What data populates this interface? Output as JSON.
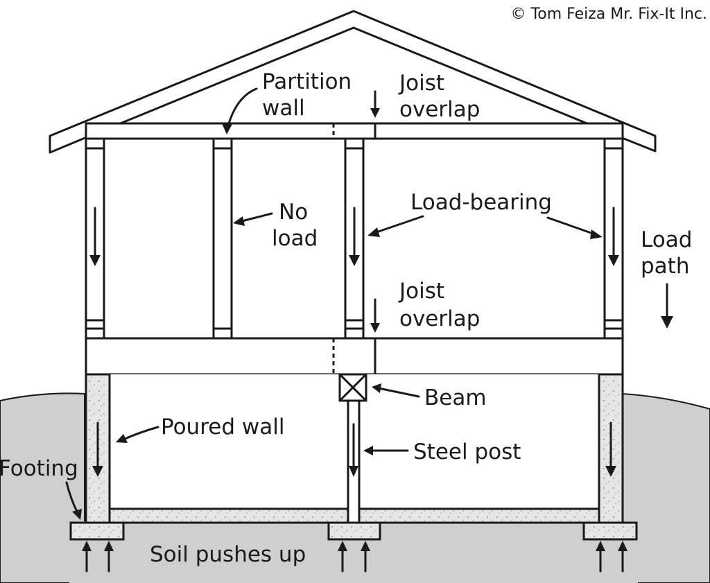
{
  "copyright": "© Tom Feiza Mr. Fix-It Inc.",
  "labels": {
    "partition_wall_1": "Partition",
    "partition_wall_2": "wall",
    "joist_overlap_top_1": "Joist",
    "joist_overlap_top_2": "overlap",
    "no_load_1": "No",
    "no_load_2": "load",
    "load_bearing": "Load-bearing",
    "load_path_1": "Load",
    "load_path_2": "path",
    "joist_overlap_mid_1": "Joist",
    "joist_overlap_mid_2": "overlap",
    "beam": "Beam",
    "poured_wall": "Poured wall",
    "steel_post": "Steel post",
    "footing": "Footing",
    "soil_pushes_up": "Soil pushes up"
  },
  "colors": {
    "ink": "#1a1a1a",
    "ground": "#cfcfcf",
    "concrete": "#e6e6e6",
    "background": "#ffffff"
  }
}
